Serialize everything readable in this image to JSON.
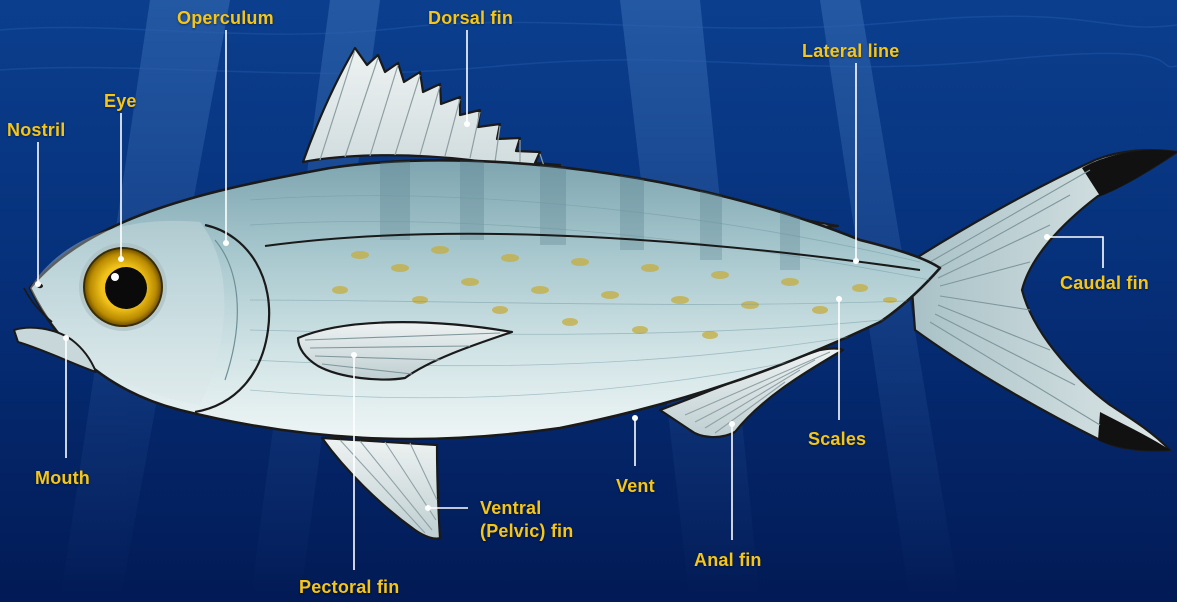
{
  "labels": {
    "operculum": "Operculum",
    "dorsal_fin": "Dorsal fin",
    "lateral_line": "Lateral line",
    "eye": "Eye",
    "nostril": "Nostril",
    "caudal_fin": "Caudal fin",
    "mouth": "Mouth",
    "scales": "Scales",
    "vent": "Vent",
    "ventral_fin_line1": "Ventral",
    "ventral_fin_line2": "(Pelvic) fin",
    "anal_fin": "Anal fin",
    "pectoral_fin": "Pectoral fin"
  },
  "colors": {
    "label": "#f5c518",
    "leader_line": "#ffffff",
    "water_top": "#0a3a86",
    "water_bottom": "#031c5a",
    "body_silver": "#b9d3d8",
    "back_teal": "#7fa8b4",
    "belly": "#e3eef0",
    "yellow_spots": "#c9b24a",
    "fin": "#d9e2e2",
    "caudal_tip": "#111111",
    "eye_iris": "#d9a600",
    "outline": "#1a1a1a"
  }
}
